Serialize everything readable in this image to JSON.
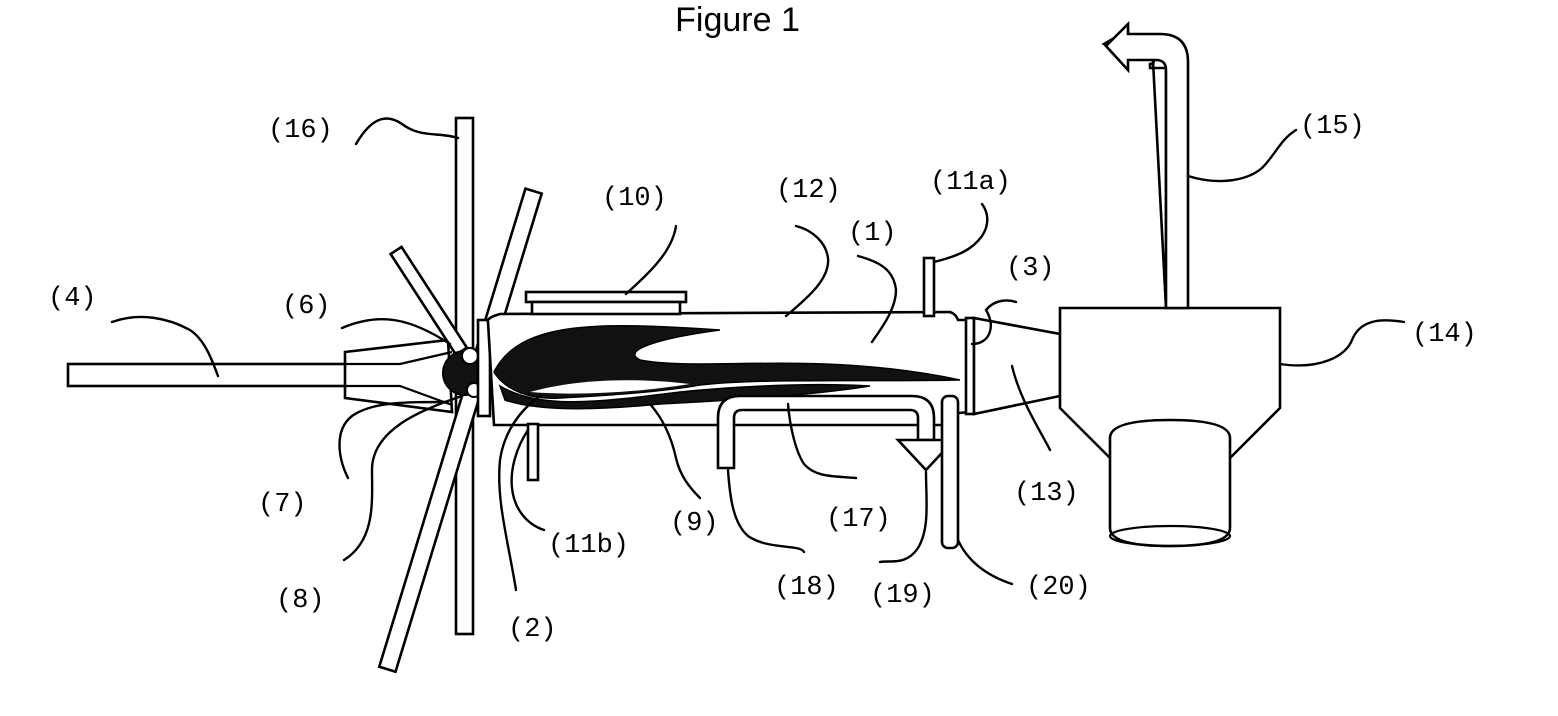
{
  "figure": {
    "title": "Figure 1",
    "labels": {
      "l1": "(1)",
      "l2": "(2)",
      "l3": "(3)",
      "l4": "(4)",
      "l6": "(6)",
      "l7": "(7)",
      "l8": "(8)",
      "l9": "(9)",
      "l10": "(10)",
      "l11a": "(11a)",
      "l11b": "(11b)",
      "l12": "(12)",
      "l13": "(13)",
      "l14": "(14)",
      "l15": "(15)",
      "l16": "(16)",
      "l17": "(17)",
      "l18": "(18)",
      "l19": "(19)",
      "l20": "(20)"
    }
  }
}
